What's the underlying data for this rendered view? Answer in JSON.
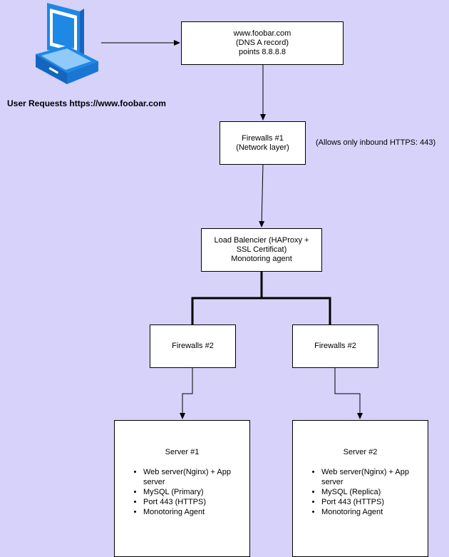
{
  "user": {
    "icon": "computer-monitor-icon",
    "label": "User Requests https://www.foobar.com"
  },
  "dns": {
    "line1": "www.foobar.com",
    "line2": "(DNS A record)",
    "line3": "points 8.8.8.8"
  },
  "firewall1": {
    "line1": "Firewalls #1",
    "line2": "(Network layer)",
    "note": "(Allows only inbound HTTPS: 443)"
  },
  "load_balancer": {
    "line1": "Load Balencier (HAProxy +",
    "line2": "SSL Certificat)",
    "line3": "Monotoring agent"
  },
  "firewall2a": {
    "label": "Firewalls #2"
  },
  "firewall2b": {
    "label": "Firewalls #2"
  },
  "server1": {
    "title": "Server #1",
    "items": [
      "Web server(Nginx) + App server",
      "MySQL (Primary)",
      "Port 443 (HTTPS)",
      "Monotoring Agent"
    ]
  },
  "server2": {
    "title": "Server #2",
    "items": [
      "Web server(Nginx) + App server",
      "MySQL (Replica)",
      "Port 443 (HTTPS)",
      "Monotoring Agent"
    ]
  },
  "colors": {
    "background": "#d6d2fa",
    "box_fill": "#ffffff",
    "stroke": "#000000",
    "icon_blue": "#1e88e5"
  }
}
